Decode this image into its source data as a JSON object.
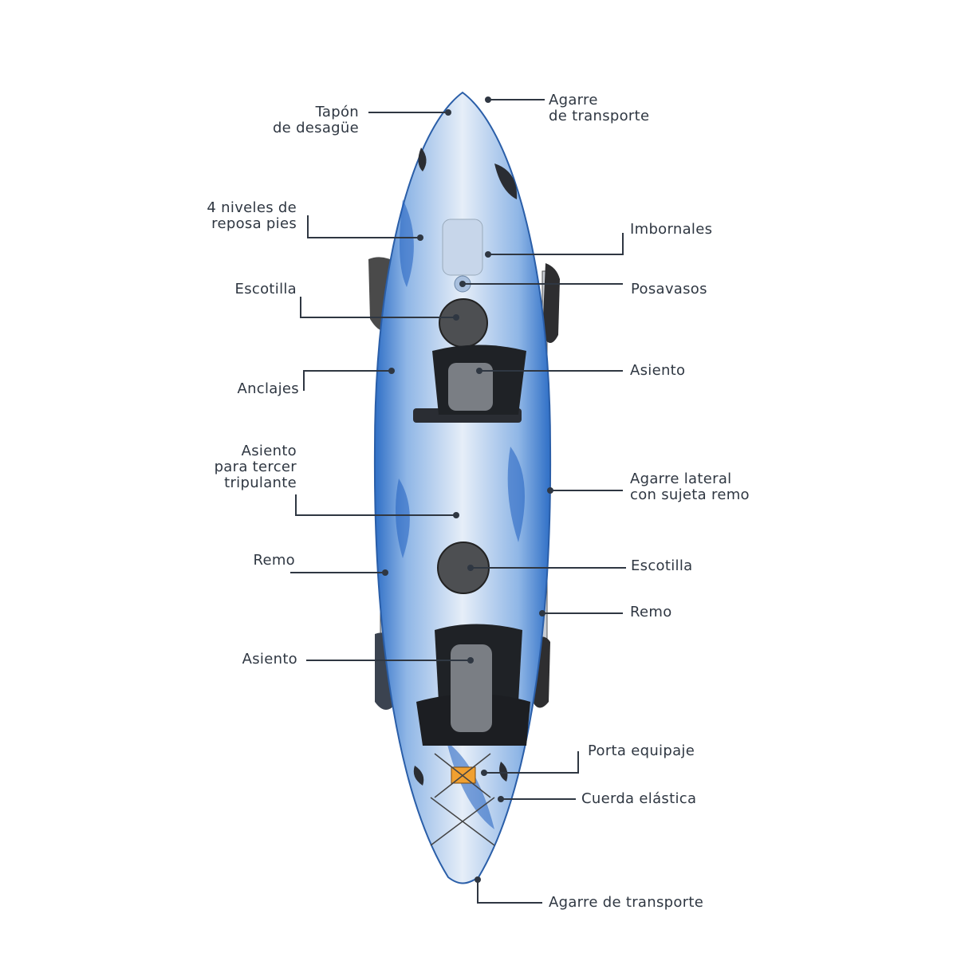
{
  "labels": {
    "drain_plug": [
      "Tapón",
      "de desagüe"
    ],
    "carry_handle_top": [
      "Agarre",
      "de transporte"
    ],
    "footrest": [
      "4 niveles de",
      "reposa pies"
    ],
    "scuppers": "Imbornales",
    "cup_holder": "Posavasos",
    "hatch_front": "Escotilla",
    "anchors": "Anclajes",
    "seat_front": "Asiento",
    "third_seat": [
      "Asiento",
      "para tercer",
      "tripulante"
    ],
    "side_handle": [
      "Agarre lateral",
      "con sujeta remo"
    ],
    "paddle_left": "Remo",
    "hatch_rear": "Escotilla",
    "paddle_right": "Remo",
    "seat_rear": "Asiento",
    "luggage_rack": "Porta equipaje",
    "bungee": "Cuerda elástica",
    "carry_handle_bottom": "Agarre de transporte"
  },
  "colors": {
    "text": "#2f3742",
    "line": "#2f3742",
    "hull_blue": "#3f7fd0",
    "hull_light": "#dce8f5",
    "dark": "#2a2d33",
    "accent_orange": "#f0a030"
  }
}
